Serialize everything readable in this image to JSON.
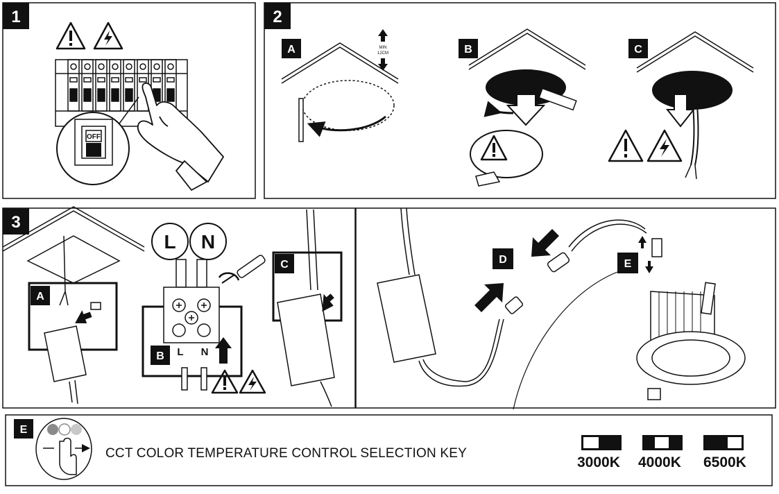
{
  "steps": {
    "step1": "1",
    "step2": "2",
    "step3": "3"
  },
  "step2_sub": {
    "a": "A",
    "b": "B",
    "c": "C"
  },
  "min_clearance": {
    "line1": "MIN",
    "line2": "12CM"
  },
  "breaker_off": "OFF",
  "step3_sub": {
    "a": "A",
    "b": "B",
    "c": "C"
  },
  "terminal": {
    "live": "L",
    "neutral": "N",
    "live_small": "L",
    "neutral_small": "N"
  },
  "step4_sub": {
    "d": "D",
    "e": "E"
  },
  "key_panel": {
    "badge": "E",
    "caption": "CCT COLOR TEMPERATURE CONTROL SELECTION KEY",
    "options": [
      "3000K",
      "4000K",
      "6500K"
    ]
  },
  "colors": {
    "ink": "#111111",
    "paper": "#ffffff",
    "dot_gray": "#8a8a8a",
    "dot_light": "#c8c8c8"
  }
}
